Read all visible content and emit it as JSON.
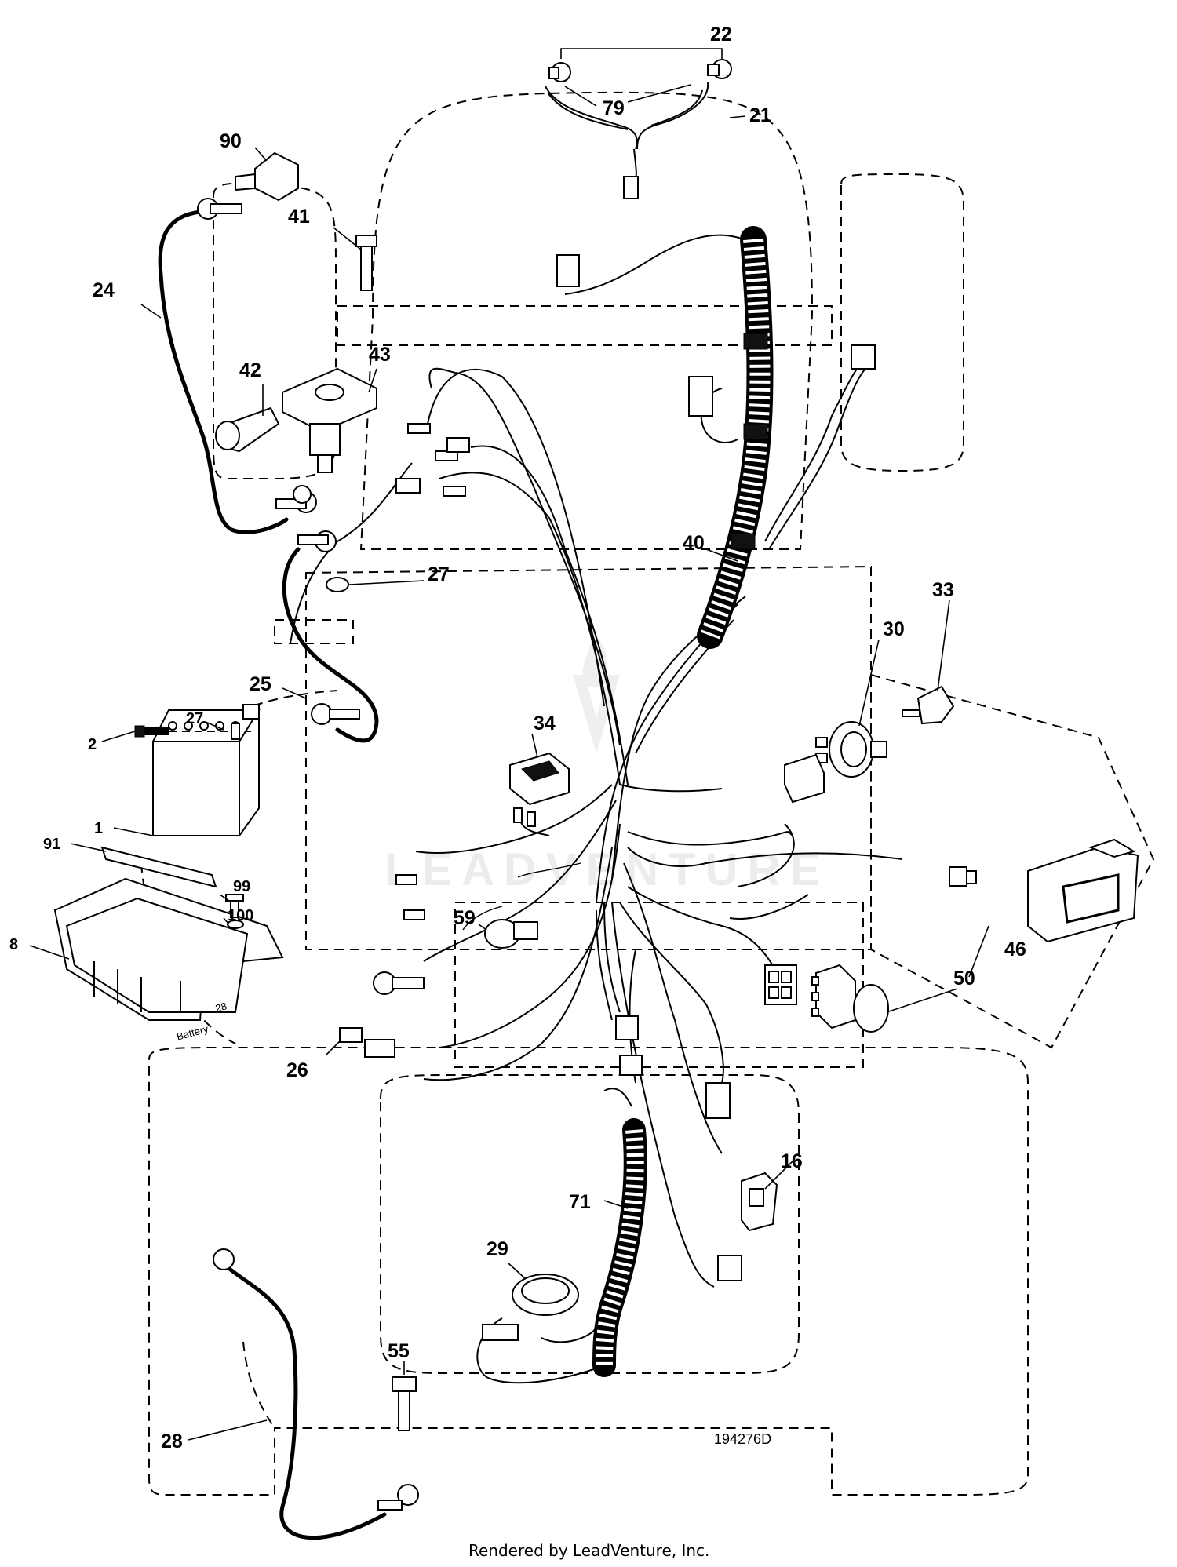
{
  "callouts": {
    "p22": "22",
    "p79": "79",
    "p21": "21",
    "p90": "90",
    "p41": "41",
    "p24": "24",
    "p42": "42",
    "p43": "43",
    "p40": "40",
    "p27a": "27",
    "p33": "33",
    "p30": "30",
    "p25": "25",
    "p27b": "27",
    "p2": "2",
    "p34": "34",
    "p1": "1",
    "p91": "91",
    "p99": "99",
    "p100": "100",
    "p8": "8",
    "p59": "59",
    "p46": "46",
    "p50": "50",
    "p26": "26",
    "p16": "16",
    "p71": "71",
    "p29": "29",
    "p55": "55",
    "p28": "28"
  },
  "battery_label": "Battery",
  "battery_label_num": "28",
  "drawing_number": "194276D",
  "watermark": "LEADVENTURE",
  "footer": "Rendered by LeadVenture, Inc."
}
